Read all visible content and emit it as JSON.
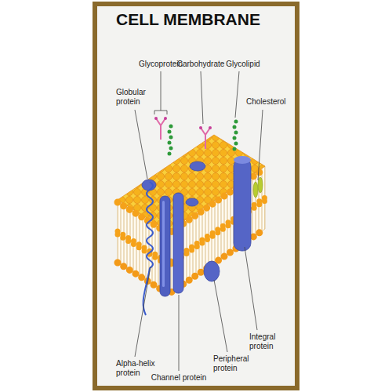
{
  "diagram": {
    "title": "CELL MEMBRANE",
    "labels": [
      "Glycoprotein",
      "Carbohydrate",
      "Glycolipid",
      "Globular protein",
      "Cholesterol",
      "Integral protein",
      "Alpha-helix protein",
      "Channel protein",
      "Peripheral protein"
    ]
  }
}
